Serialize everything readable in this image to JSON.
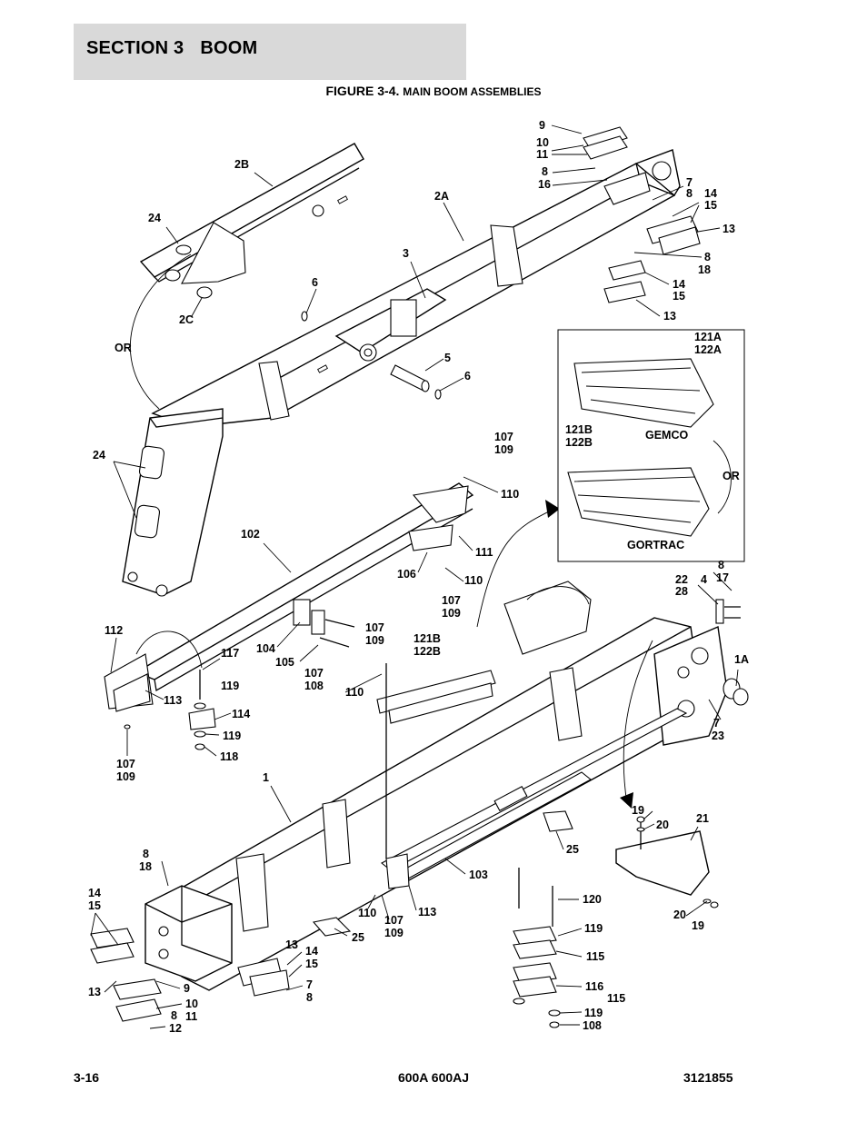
{
  "header": {
    "section_label": "SECTION 3",
    "section_name": "BOOM",
    "figure_label": "FIGURE 3-4.",
    "figure_caption": "MAIN BOOM ASSEMBLIES"
  },
  "footer": {
    "page_number": "3-16",
    "models": "600A 600AJ",
    "doc_number": "3121855"
  },
  "inset": {
    "labels": [
      "121A",
      "122A",
      "121B",
      "122B",
      "GEMCO",
      "OR",
      "GORTRAC"
    ]
  },
  "callouts": [
    {
      "text": "9"
    },
    {
      "text": "10"
    },
    {
      "text": "11"
    },
    {
      "text": "8"
    },
    {
      "text": "16"
    },
    {
      "text": "7"
    },
    {
      "text": "8"
    },
    {
      "text": "14"
    },
    {
      "text": "15"
    },
    {
      "text": "13"
    },
    {
      "text": "8"
    },
    {
      "text": "18"
    },
    {
      "text": "14"
    },
    {
      "text": "15"
    },
    {
      "text": "13"
    },
    {
      "text": "2B"
    },
    {
      "text": "2A"
    },
    {
      "text": "24"
    },
    {
      "text": "3"
    },
    {
      "text": "6"
    },
    {
      "text": "2C"
    },
    {
      "text": "OR"
    },
    {
      "text": "5"
    },
    {
      "text": "6"
    },
    {
      "text": "24"
    },
    {
      "text": "107"
    },
    {
      "text": "109"
    },
    {
      "text": "110"
    },
    {
      "text": "111"
    },
    {
      "text": "106"
    },
    {
      "text": "110"
    },
    {
      "text": "107"
    },
    {
      "text": "109"
    },
    {
      "text": "102"
    },
    {
      "text": "112"
    },
    {
      "text": "117"
    },
    {
      "text": "104"
    },
    {
      "text": "105"
    },
    {
      "text": "107"
    },
    {
      "text": "108"
    },
    {
      "text": "119"
    },
    {
      "text": "113"
    },
    {
      "text": "114"
    },
    {
      "text": "119"
    },
    {
      "text": "118"
    },
    {
      "text": "107"
    },
    {
      "text": "109"
    },
    {
      "text": "107"
    },
    {
      "text": "109"
    },
    {
      "text": "121B"
    },
    {
      "text": "122B"
    },
    {
      "text": "110"
    },
    {
      "text": "8"
    },
    {
      "text": "17"
    },
    {
      "text": "22"
    },
    {
      "text": "4"
    },
    {
      "text": "28"
    },
    {
      "text": "1A"
    },
    {
      "text": "7"
    },
    {
      "text": "23"
    },
    {
      "text": "1"
    },
    {
      "text": "19"
    },
    {
      "text": "20"
    },
    {
      "text": "21"
    },
    {
      "text": "25"
    },
    {
      "text": "103"
    },
    {
      "text": "8"
    },
    {
      "text": "18"
    },
    {
      "text": "14"
    },
    {
      "text": "15"
    },
    {
      "text": "120"
    },
    {
      "text": "13"
    },
    {
      "text": "14"
    },
    {
      "text": "15"
    },
    {
      "text": "110"
    },
    {
      "text": "107"
    },
    {
      "text": "109"
    },
    {
      "text": "113"
    },
    {
      "text": "25"
    },
    {
      "text": "119"
    },
    {
      "text": "20"
    },
    {
      "text": "19"
    },
    {
      "text": "115"
    },
    {
      "text": "13"
    },
    {
      "text": "9"
    },
    {
      "text": "7"
    },
    {
      "text": "8"
    },
    {
      "text": "10"
    },
    {
      "text": "8"
    },
    {
      "text": "11"
    },
    {
      "text": "12"
    },
    {
      "text": "116"
    },
    {
      "text": "115"
    },
    {
      "text": "119"
    },
    {
      "text": "108"
    }
  ]
}
